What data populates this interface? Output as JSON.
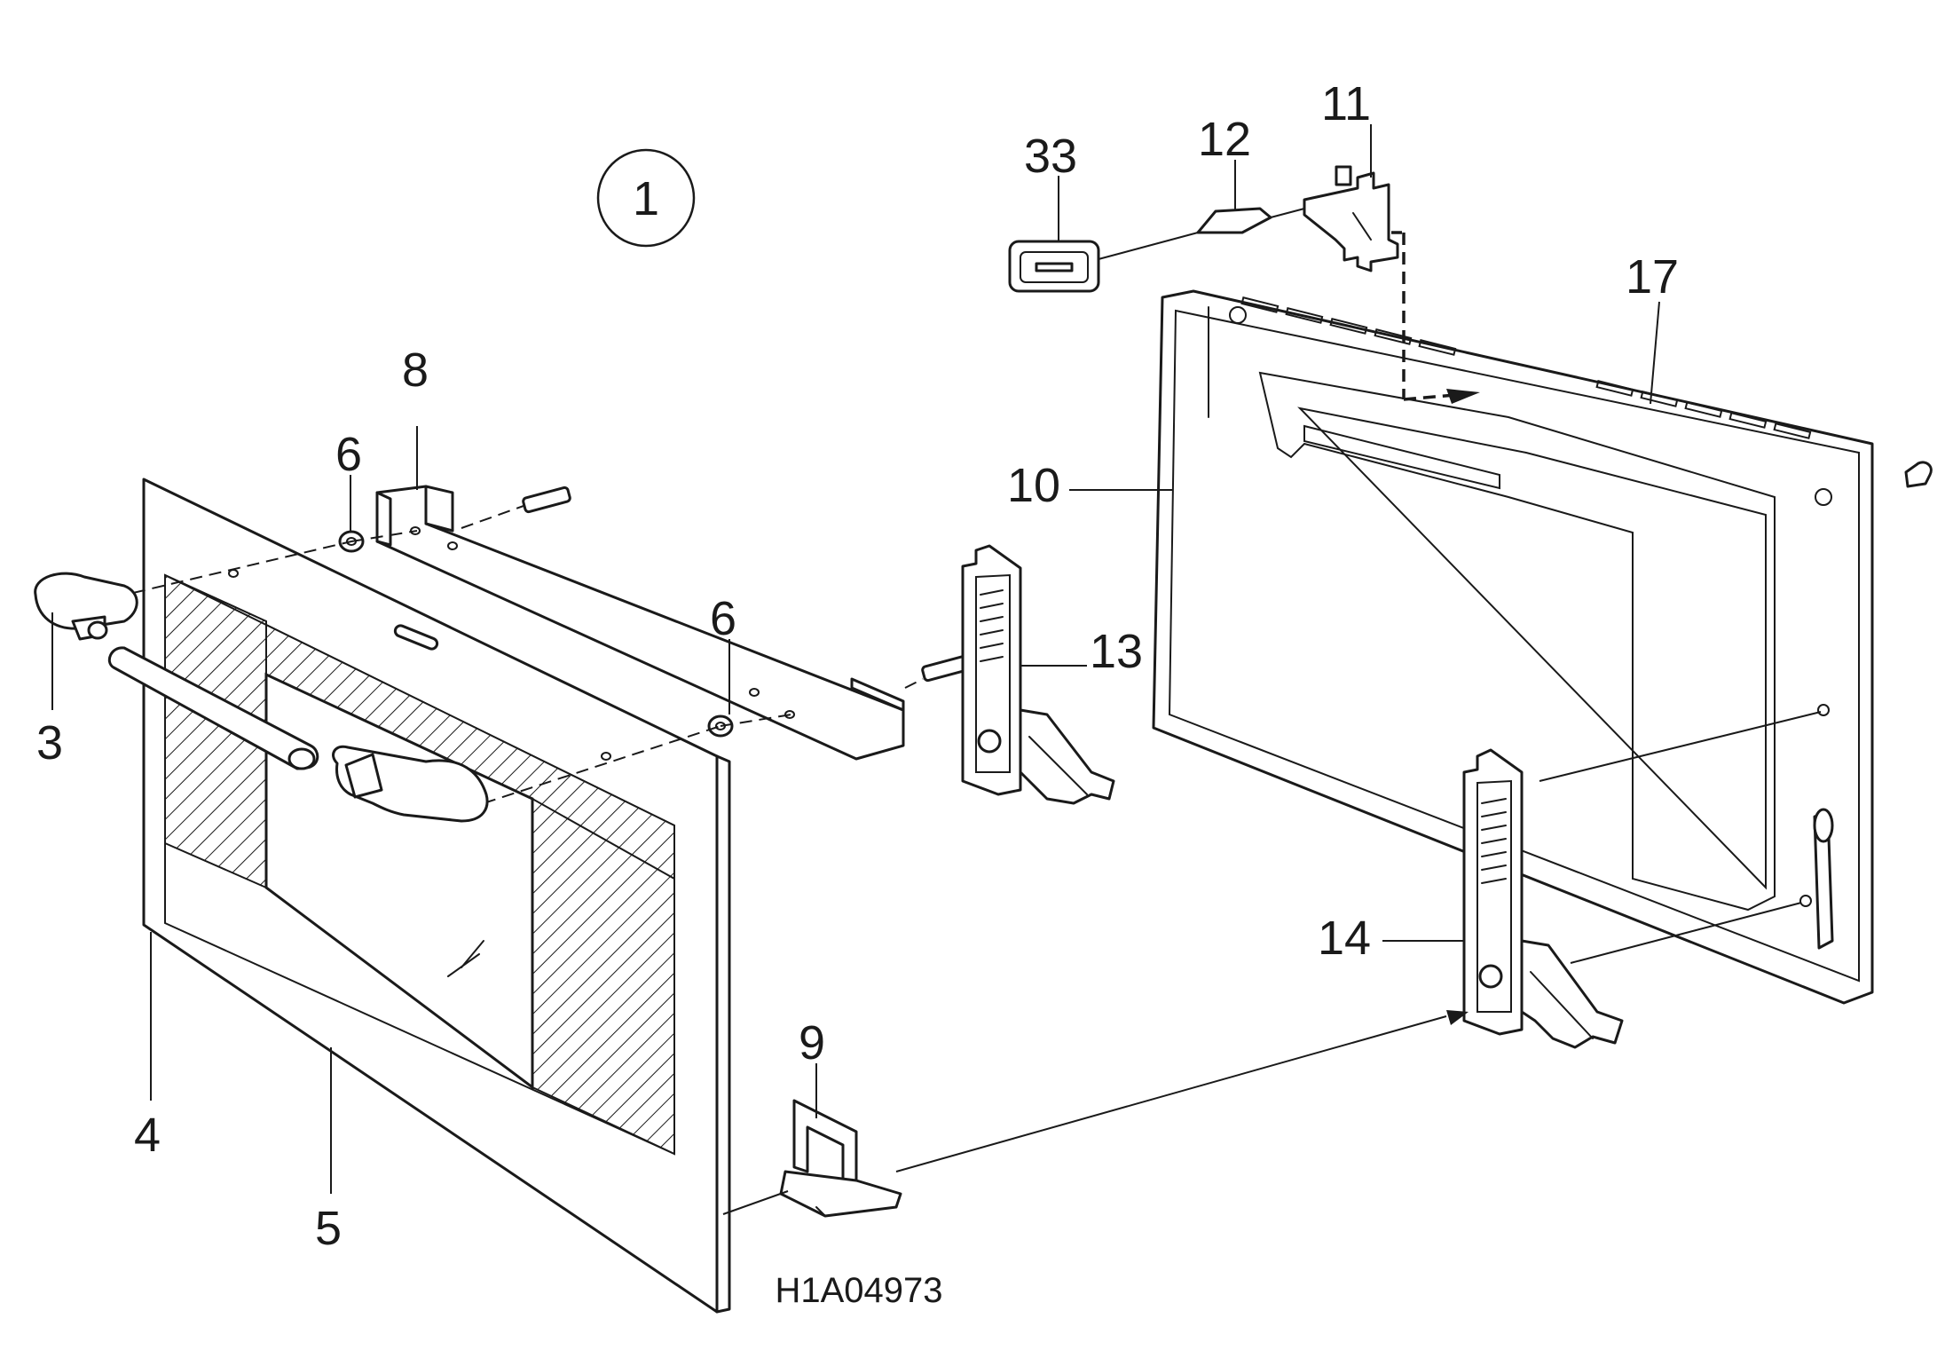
{
  "diagram": {
    "view_number": "1",
    "drawing_number": "H1A04973",
    "callouts": {
      "c3": "3",
      "c4": "4",
      "c5": "5",
      "c6a": "6",
      "c6b": "6",
      "c8": "8",
      "c9": "9",
      "c10": "10",
      "c11": "11",
      "c12": "12",
      "c13": "13",
      "c14": "14",
      "c17": "17",
      "c33": "33"
    }
  }
}
